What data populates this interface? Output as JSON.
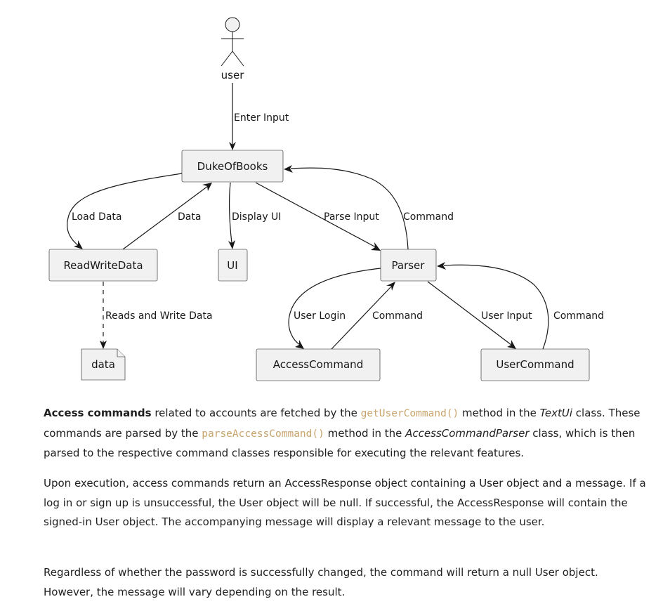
{
  "diagram": {
    "actor": {
      "label": "user"
    },
    "nodes": {
      "duke": "DukeOfBooks",
      "readwrite": "ReadWriteData",
      "ui": "UI",
      "parser": "Parser",
      "data": "data",
      "access": "AccessCommand",
      "usercmd": "UserCommand"
    },
    "edges": {
      "enter_input": "Enter Input",
      "load_data": "Load Data",
      "data": "Data",
      "display_ui": "Display UI",
      "parse_input": "Parse Input",
      "command_parser_duke": "Command",
      "reads_write": "Reads and Write Data",
      "user_login": "User Login",
      "command_access": "Command",
      "user_input": "User Input",
      "command_user": "Command"
    }
  },
  "text": {
    "p1": {
      "bold": "Access commands",
      "t1": " related to accounts are fetched by the ",
      "code1": "getUserCommand()",
      "t2": " method in the ",
      "ital1": "TextUi",
      "t3": " class. These commands are parsed by the ",
      "code2": "parseAccessCommand()",
      "t4": " method in the ",
      "ital2": "AccessCommandParser",
      "t5": " class, which is then parsed to the respective command classes responsible for executing the relevant features."
    },
    "p2": "Upon execution, access commands return an AccessResponse object containing a User object and a message. If a log in or sign up is unsuccessful, the User object will be null. If successful, the AccessResponse will contain the signed-in User object. The accompanying message will display a relevant message to the user.",
    "p3": "Regardless of whether the password is successfully changed, the command will return a null User object. However, the message will vary depending on the result."
  },
  "colors": {
    "node_fill": "#f1f1f1",
    "stroke": "#181818",
    "code_text": "#c8a46c"
  }
}
